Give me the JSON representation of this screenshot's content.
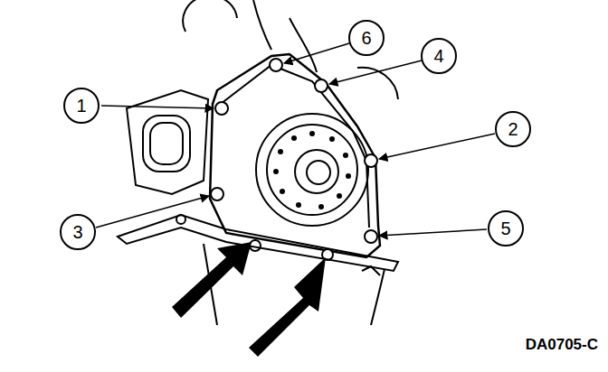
{
  "diagram": {
    "nodes": [
      {
        "text": [
          "1"
        ]
      },
      {
        "text": [
          "2"
        ]
      },
      {
        "text": [
          "3"
        ]
      },
      {
        "text": [
          "4"
        ]
      },
      {
        "text": [
          "5"
        ]
      },
      {
        "text": [
          "6"
        ]
      }
    ],
    "labels": [
      "DA0705-C"
    ]
  }
}
